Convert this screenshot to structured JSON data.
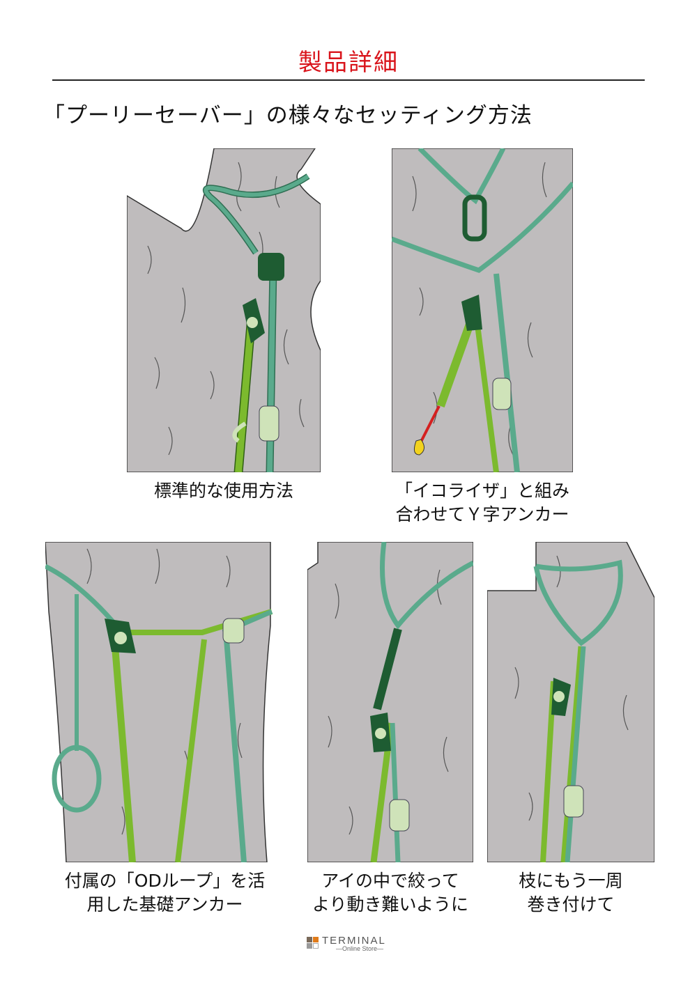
{
  "header": {
    "title": "製品詳細",
    "title_color": "#d9141b"
  },
  "section": {
    "heading": "「プーリーセーバー」の様々なセッティング方法"
  },
  "panels": [
    {
      "caption_lines": [
        "標準的な使用方法"
      ]
    },
    {
      "caption_lines": [
        "「イコライザ」と組み",
        "合わせてＹ字アンカー"
      ]
    },
    {
      "caption_lines": [
        "付属の「ODループ」を活",
        "用した基礎アンカー"
      ]
    },
    {
      "caption_lines": [
        "アイの中で絞って",
        "より動き難いように"
      ]
    },
    {
      "caption_lines": [
        "枝にもう一周",
        "巻き付けて"
      ]
    }
  ],
  "colors": {
    "tree": "#bfbcbd",
    "rope_teal": "#5aaa8c",
    "rope_green": "#7cba2e",
    "pulley": "#1e5c32",
    "prusik": "#cfe3b9",
    "tail_red": "#d42020",
    "tail_yellow": "#f2d21e"
  },
  "logo": {
    "name": "TERMINAL",
    "sub": "—Online Store—"
  }
}
